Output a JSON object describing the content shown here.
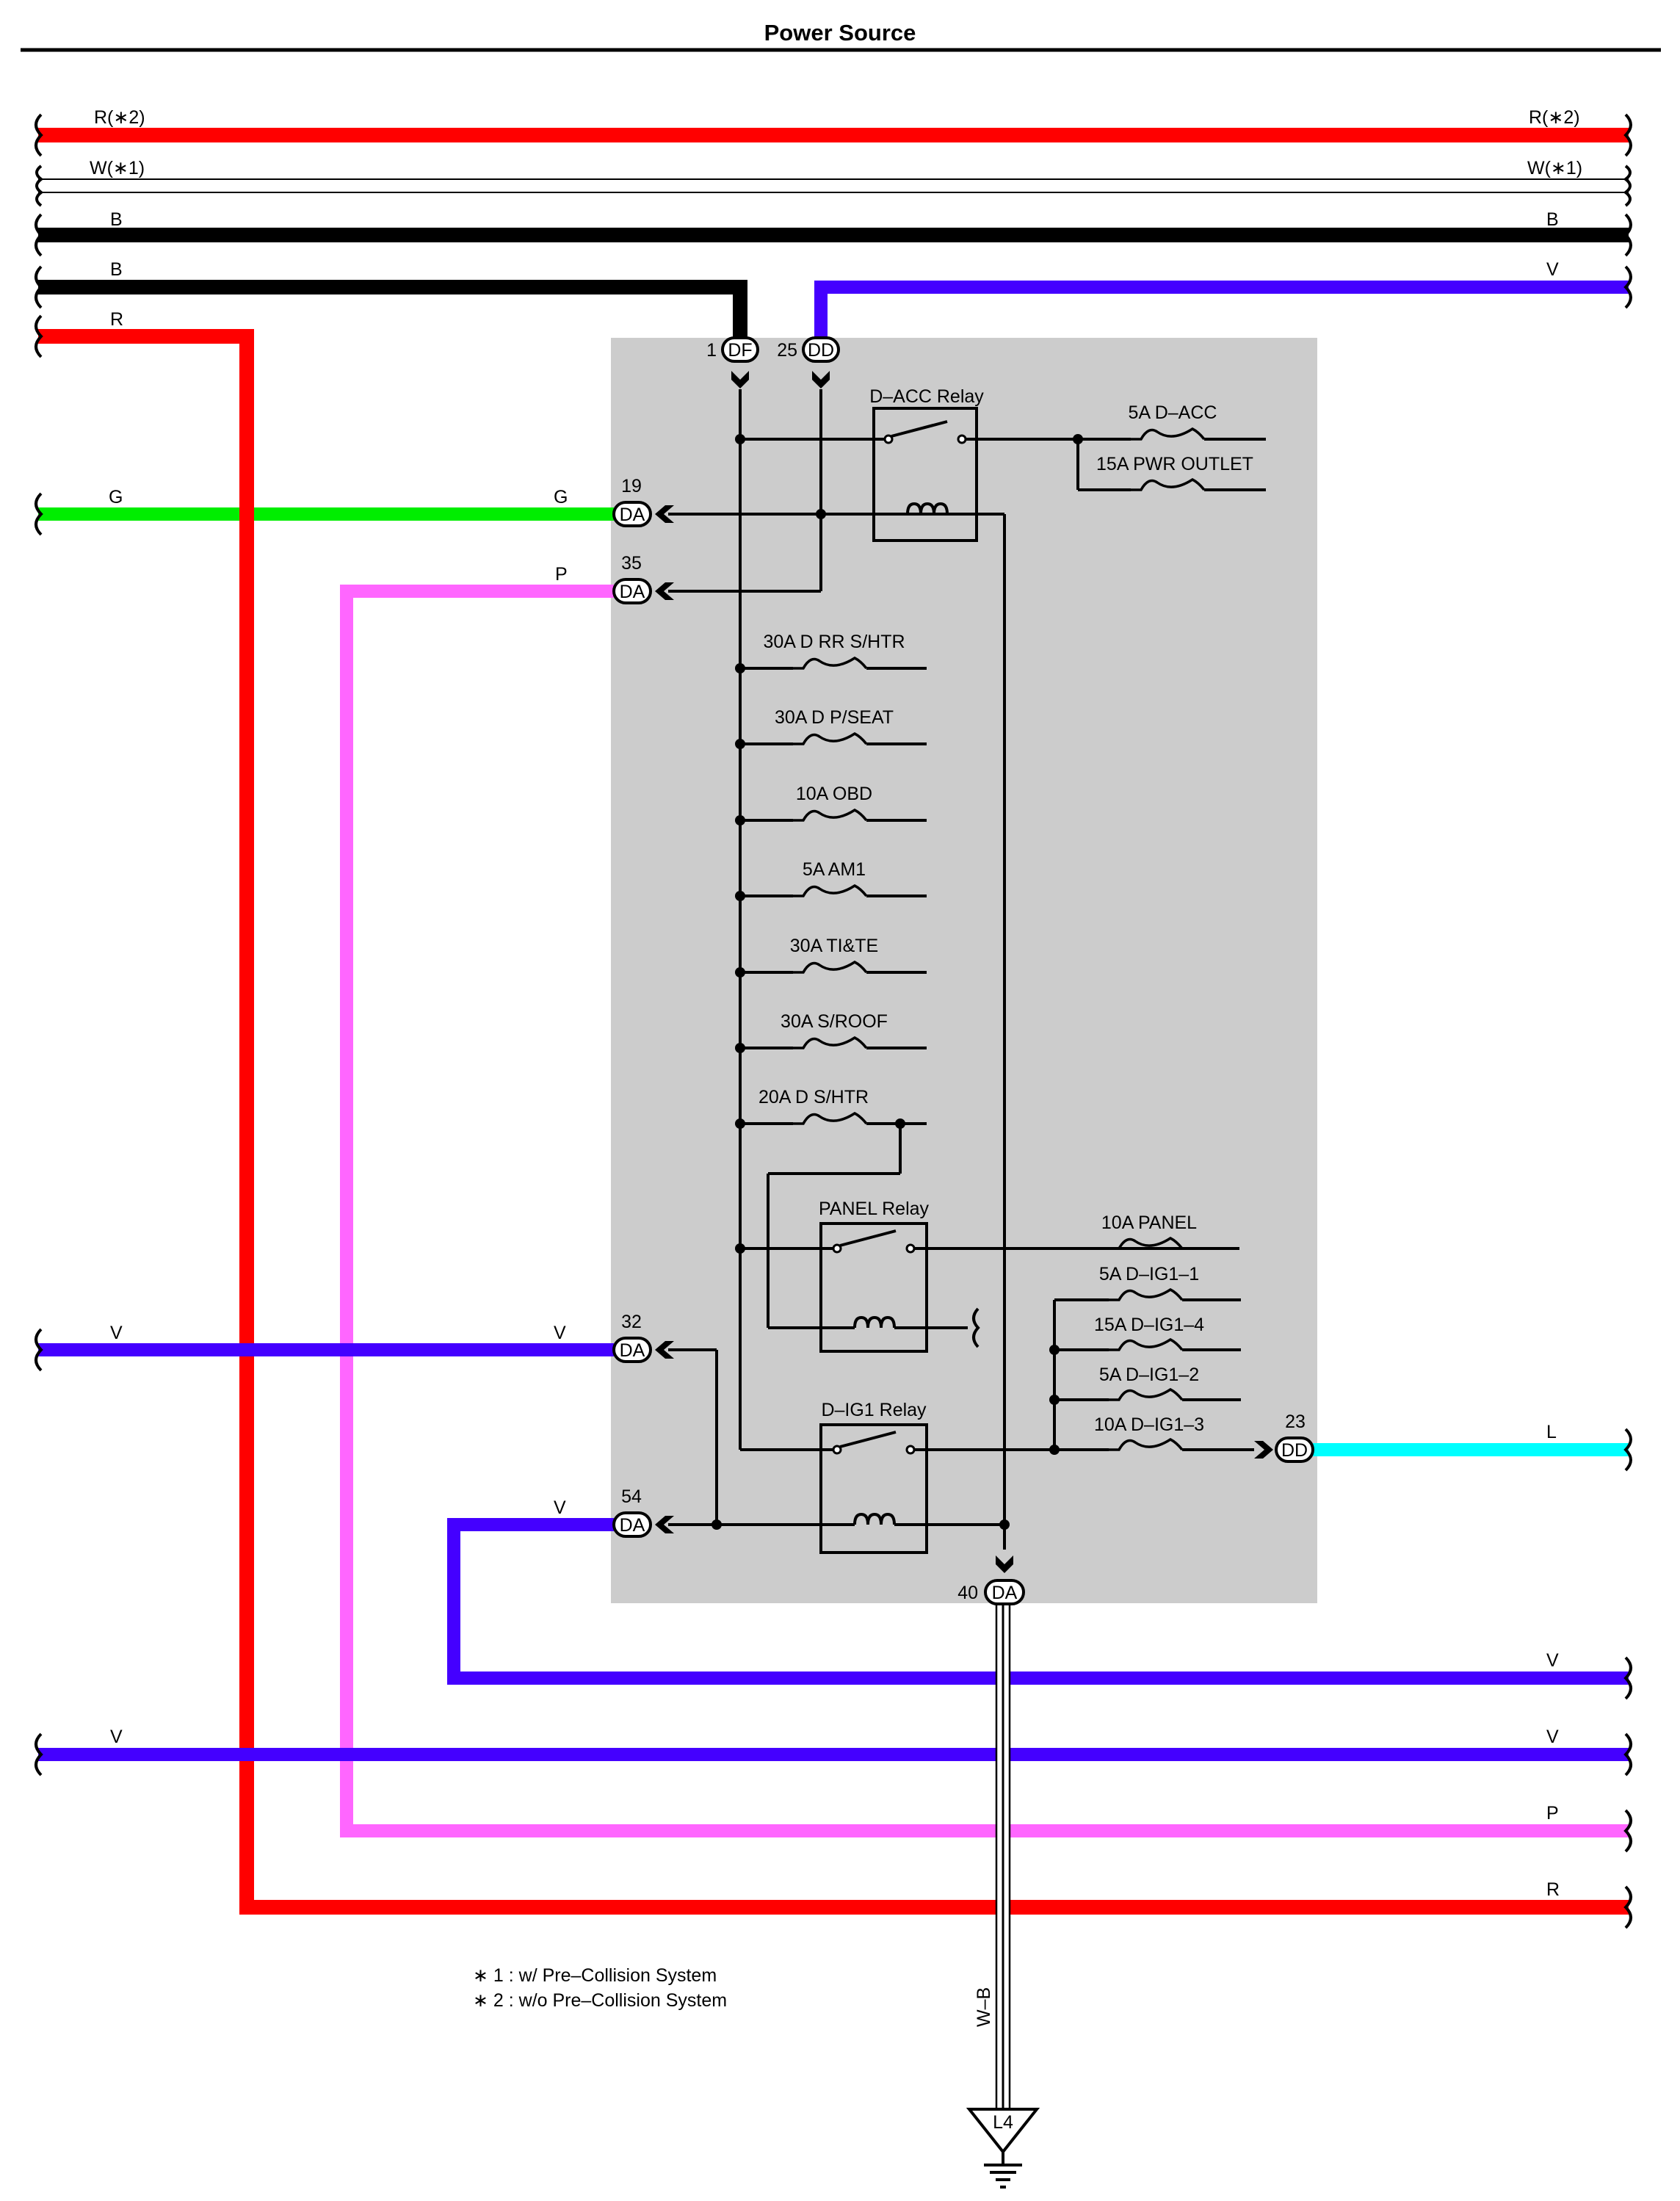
{
  "title": "Power Source",
  "colors": {
    "R": "#ff0000",
    "B": "#000000",
    "G": "#00ee00",
    "P": "#ff66ff",
    "V": "#4400ff",
    "L": "#00ffff",
    "W": "#ffffff",
    "junction_block": "#cccccc"
  },
  "wire_labels": {
    "r_top_left": "R(∗2)",
    "r_top_right": "R(∗2)",
    "w_left": "W(∗1)",
    "w_right": "W(∗1)",
    "b1_left": "B",
    "b1_right": "B",
    "b2_left": "B",
    "v_top_right": "V",
    "r_left": "R",
    "g_left": "G",
    "g_mid": "G",
    "p_mid": "P",
    "v32_left": "V",
    "v32_mid": "V",
    "v54_mid": "V",
    "l_right": "L",
    "v_loop_right": "V",
    "v_lower_left": "V",
    "v_lower_right": "V",
    "p_right": "P",
    "r_right": "R",
    "wb_ground": "W–B"
  },
  "connectors": {
    "df": {
      "pin": "1",
      "code": "DF"
    },
    "dd25": {
      "pin": "25",
      "code": "DD"
    },
    "da19": {
      "pin": "19",
      "code": "DA"
    },
    "da35": {
      "pin": "35",
      "code": "DA"
    },
    "da32": {
      "pin": "32",
      "code": "DA"
    },
    "da54": {
      "pin": "54",
      "code": "DA"
    },
    "dd23": {
      "pin": "23",
      "code": "DD"
    },
    "da40": {
      "pin": "40",
      "code": "DA"
    }
  },
  "relays": {
    "dacc": "D–ACC Relay",
    "panel": "PANEL Relay",
    "dig1": "D–IG1 Relay"
  },
  "fuses": {
    "d_acc": "5A D–ACC",
    "pwr_outlet": "15A PWR OUTLET",
    "d_rr_shtr": "30A D RR S/HTR",
    "d_pseat": "30A D P/SEAT",
    "obd": "10A OBD",
    "am1": "5A AM1",
    "tite": "30A TI&TE",
    "sroof": "30A S/ROOF",
    "d_shtr": "20A D S/HTR",
    "panel": "10A PANEL",
    "d_ig1_1": "5A D–IG1–1",
    "d_ig1_4": "15A D–IG1–4",
    "d_ig1_2": "5A D–IG1–2",
    "d_ig1_3": "10A D–IG1–3"
  },
  "ground": "L4",
  "notes": {
    "note1": "∗ 1 : w/ Pre–Collision System",
    "note2": "∗ 2 : w/o Pre–Collision System"
  }
}
